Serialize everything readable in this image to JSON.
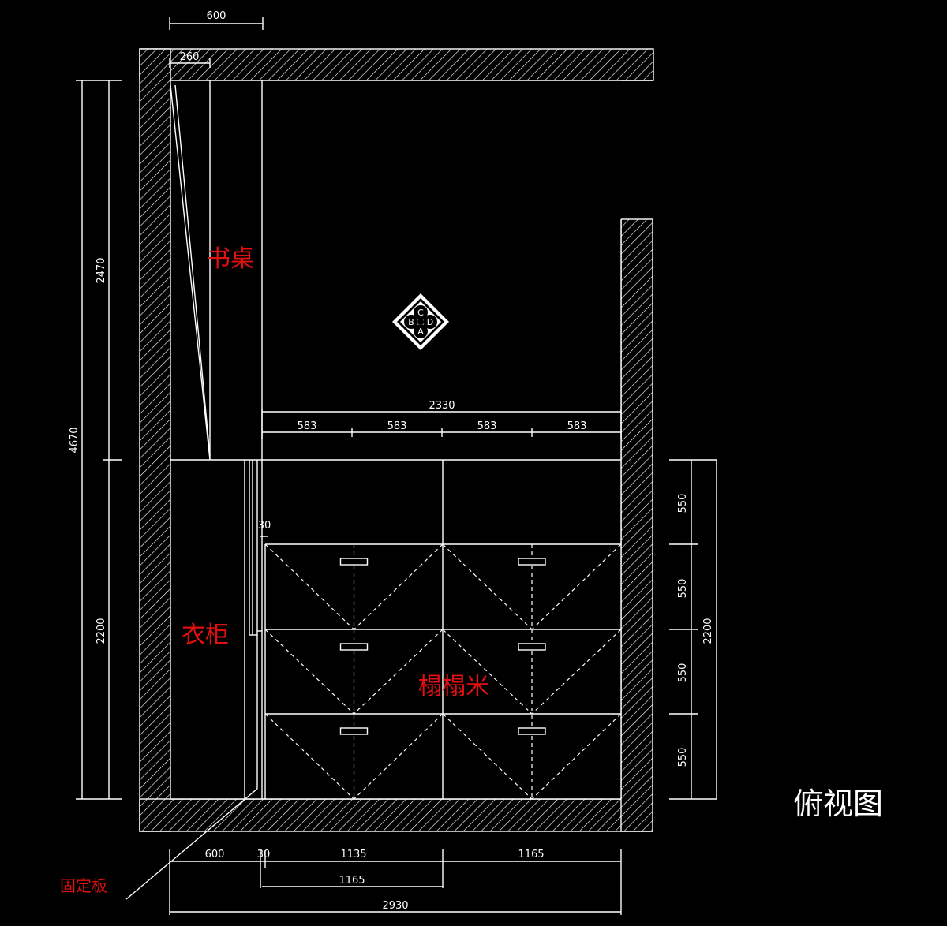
{
  "labels": {
    "desk": "书桌",
    "wardrobe": "衣柜",
    "tatami": "榻榻米",
    "fixed_board": "固定板",
    "view_title": "俯视图"
  },
  "compass": [
    "C",
    "D",
    "A",
    "B"
  ],
  "dims": {
    "top_600": "600",
    "top_260": "260",
    "left_4670": "4670",
    "left_2470": "2470",
    "left_2200": "2200",
    "right_2200": "2200",
    "right_550_1": "550",
    "right_550_2": "550",
    "right_550_3": "550",
    "right_550_4": "550",
    "mid_2330": "2330",
    "mid_583_1": "583",
    "mid_583_2": "583",
    "mid_583_3": "583",
    "mid_583_4": "583",
    "gap_30": "30",
    "bot_600": "600",
    "bot_30": "30",
    "bot_1135": "1135",
    "bot_1165_right": "1165",
    "bot_1165": "1165",
    "bot_2930": "2930"
  },
  "colors": {
    "background": "#000000",
    "lines": "#ffffff",
    "labels": "#e01010"
  }
}
